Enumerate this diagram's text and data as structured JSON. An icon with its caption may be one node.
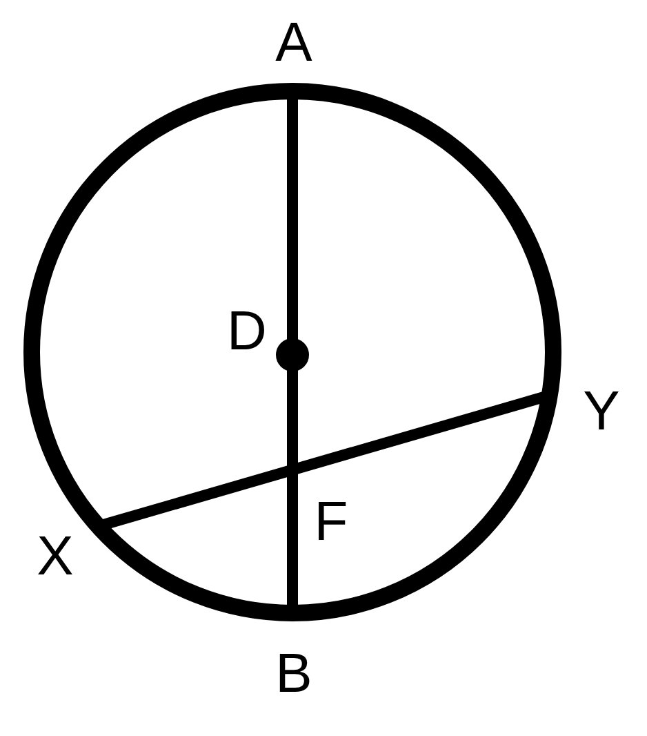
{
  "diagram": {
    "labels": [
      "A",
      "D",
      "Y",
      "F",
      "X",
      "B"
    ]
  }
}
